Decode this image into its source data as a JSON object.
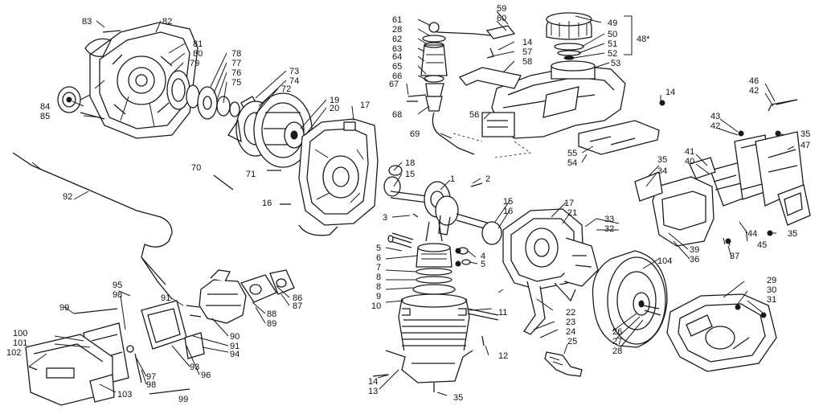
{
  "labels": {
    "p1": "1",
    "p2": "2",
    "p3": "3",
    "p4": "4",
    "p5a": "5",
    "p5b": "5",
    "p6": "6",
    "p7": "7",
    "p8a": "8",
    "p8b": "8",
    "p9": "9",
    "p10": "10",
    "p11": "11",
    "p12": "12",
    "p13": "13",
    "p14a": "14",
    "p14b": "14",
    "p14c": "14",
    "p15a": "15",
    "p15b": "15",
    "p16a": "16",
    "p16b": "16",
    "p17a": "17",
    "p17b": "17",
    "p18": "18",
    "p19": "19",
    "p20": "20",
    "p21": "21",
    "p22": "22",
    "p23": "23",
    "p24": "24",
    "p25": "25",
    "p26": "26",
    "p27": "27",
    "p28": "28",
    "p29": "29",
    "p30": "30",
    "p31": "31",
    "p32": "32",
    "p33": "33",
    "p34": "34",
    "p35a": "35",
    "p35b": "35",
    "p35c": "35",
    "p35d": "35",
    "p36": "36",
    "p37": "37",
    "p39": "39",
    "p40": "40",
    "p41": "41",
    "p42a": "42",
    "p42b": "42",
    "p43": "43",
    "p44": "44",
    "p45": "45",
    "p46": "46",
    "p47": "47",
    "p48": "48*",
    "p49": "49",
    "p50": "50",
    "p51": "51",
    "p52": "52",
    "p53": "53",
    "p54": "54",
    "p55": "55",
    "p56": "56",
    "p57": "57",
    "p58": "58",
    "p59": "59",
    "p60": "60",
    "p61": "61",
    "p28b": "28",
    "p62": "62",
    "p63": "63",
    "p64": "64",
    "p65": "65",
    "p66": "66",
    "p67": "67",
    "p68": "68",
    "p69": "69",
    "p70": "70",
    "p71": "71",
    "p72": "72",
    "p73": "73",
    "p74": "74",
    "p75": "75",
    "p76": "76",
    "p77": "77",
    "p78": "78",
    "p79": "79",
    "p80": "80",
    "p81": "81",
    "p82": "82",
    "p83": "83",
    "p84": "84",
    "p85": "85",
    "p86": "86",
    "p87": "87",
    "p88": "88",
    "p89": "89",
    "p90": "90",
    "p91a": "91",
    "p91b": "91",
    "p92": "92",
    "p93": "93",
    "p94": "94",
    "p95": "95",
    "p96": "96",
    "p97": "97",
    "p98a": "98",
    "p98b": "98",
    "p99a": "99",
    "p99b": "99",
    "p100": "100",
    "p101": "101",
    "p102": "102",
    "p103": "103",
    "p104": "104"
  }
}
